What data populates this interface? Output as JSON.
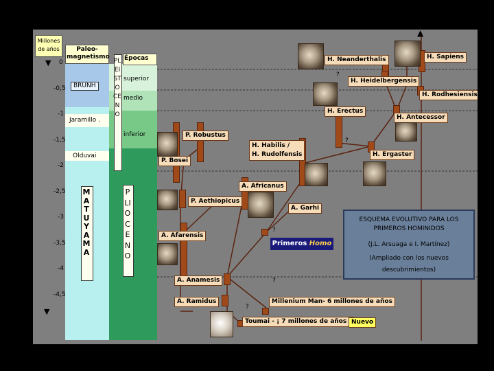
{
  "axis": {
    "header": "Millones de años",
    "ticks": [
      "0",
      "-0,5",
      "-1",
      "-1,5",
      "-2",
      "-2,5",
      "-3",
      "-3,5",
      "-4",
      "-4,5"
    ]
  },
  "paleomagnetism": {
    "header": "Paleo-magnetismo",
    "brunh": "BRUNH",
    "jaramillo": "Jaramillo .",
    "olduvai": "Olduvai",
    "matuyama": "MATUYAMA"
  },
  "epochs": {
    "header": "Épocas",
    "pleistoceno": "PLEISTOCENO",
    "superior": "superior",
    "medio": "medio",
    "inferior": "inferior",
    "plioceno": "PLIOCENO"
  },
  "species": {
    "neanderthalis": "H. Neanderthalis",
    "sapiens": "H. Sapiens",
    "heidelbergensis": "H. Heidelbergensis",
    "rhodesiensis": "H. Rodhesiensis",
    "erectus": "H. Erectus",
    "antecessor": "H. Antecessor",
    "habilis": "H. Habilis /",
    "rudolfensis": "H. Rudolfensis",
    "ergaster": "H. Ergaster",
    "robustus": "P. Robustus",
    "boisei": "P. Bosei",
    "africanus": "A. Africanus",
    "aethiopicus": "P. Aethiopicus",
    "garhi": "A. Garhi",
    "afarensis": "A. Afarensis",
    "anamensis": "A. Anamesis",
    "ramidus": "A. Ramidus",
    "millenium": "Millenium Man- 6 millones de años",
    "toumai": "Toumai - ¡ 7 millones de años !",
    "nuevo": "Nuevo"
  },
  "primeros": {
    "prefix": "Primeros",
    "homo": "Homo"
  },
  "question_mark": "?",
  "info": {
    "title_line1": "ESQUEMA EVOLUTIVO PARA LOS",
    "title_line2": "PRIMEROS HOMINIDOS",
    "authors": "(J.L. Arsuaga e I. Martínez)",
    "note_line1": "(Ampliado con los nuevos",
    "note_line2": "descubrimientos)"
  },
  "colors": {
    "brunh": "#b4d2f0",
    "pleistocene_superior": "#d8f2dc",
    "pleistocene_medio": "#b0e4b8",
    "pleistocene_inferior": "#78c888",
    "pliocene": "#2e9a5c",
    "bar": "#a04a1a",
    "label_bg": "#f6dcb9"
  }
}
